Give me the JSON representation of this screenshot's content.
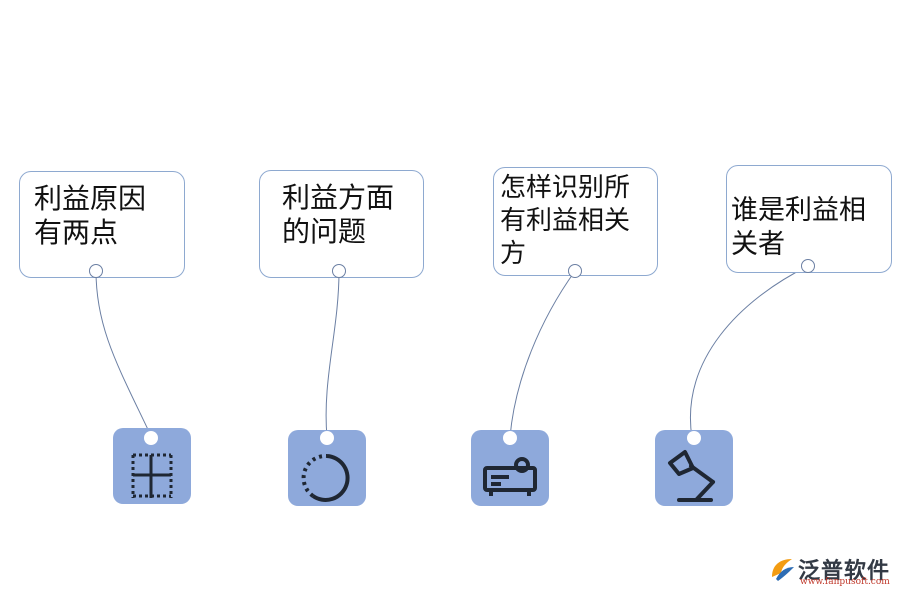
{
  "colors": {
    "tile": "#8ea9db",
    "border": "#8ea9d0",
    "connector": "#6b7fa3",
    "icon": "#1f2733",
    "logo_orange": "#f39c12",
    "logo_blue": "#2e6db4"
  },
  "items": [
    {
      "lines": [
        "利益原因",
        "有两点"
      ],
      "icon": "grid-dashed-icon"
    },
    {
      "lines": [
        "利益方面",
        "的问题"
      ],
      "icon": "dashed-circle-icon"
    },
    {
      "lines": [
        "怎样识别所",
        "有利益相关",
        "方"
      ],
      "icon": "projector-icon"
    },
    {
      "lines": [
        "谁是利益相",
        "关者"
      ],
      "icon": "desk-lamp-icon"
    }
  ],
  "logo": {
    "name": "泛普软件",
    "url": "www.fanpusoft.com"
  }
}
